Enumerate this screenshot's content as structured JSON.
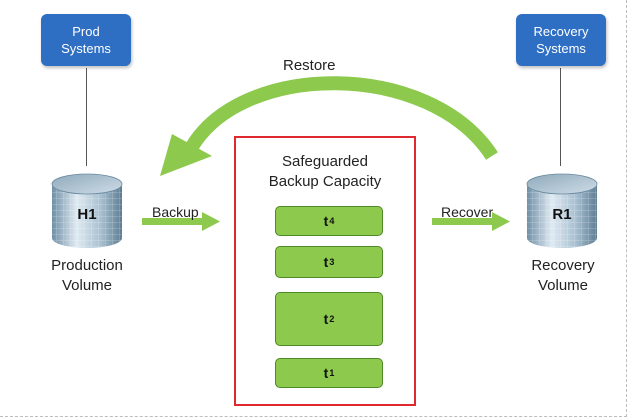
{
  "prod_systems": {
    "label": "Prod\nSystems"
  },
  "recovery_systems": {
    "label": "Recovery\nSystems"
  },
  "production_volume": {
    "id": "H1",
    "caption": "Production\nVolume"
  },
  "recovery_volume": {
    "id": "R1",
    "caption": "Recovery\nVolume"
  },
  "arrows": {
    "restore": "Restore",
    "backup": "Backup",
    "recover": "Recover"
  },
  "safeguarded": {
    "title": "Safeguarded\nBackup Capacity",
    "snapshots": [
      {
        "base": "t",
        "sub": "4"
      },
      {
        "base": "t",
        "sub": "3"
      },
      {
        "base": "t",
        "sub": "2"
      },
      {
        "base": "t",
        "sub": "1"
      }
    ]
  },
  "colors": {
    "system_box": "#2e6fc4",
    "arrow_green": "#8cc94c",
    "border_red": "#e0292f",
    "snapshot_fill": "#8cc94c"
  }
}
